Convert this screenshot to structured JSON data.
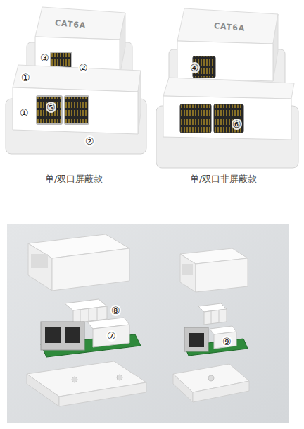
{
  "diagram": {
    "labels": [
      "CAT6A",
      "CAT6A",
      "③",
      "①",
      "②",
      "④",
      "⑤",
      "①",
      "⑥",
      "②",
      "单/双口屏蔽款",
      "单/双口非屏蔽款",
      "⑧",
      "⑦",
      "⑨"
    ]
  }
}
